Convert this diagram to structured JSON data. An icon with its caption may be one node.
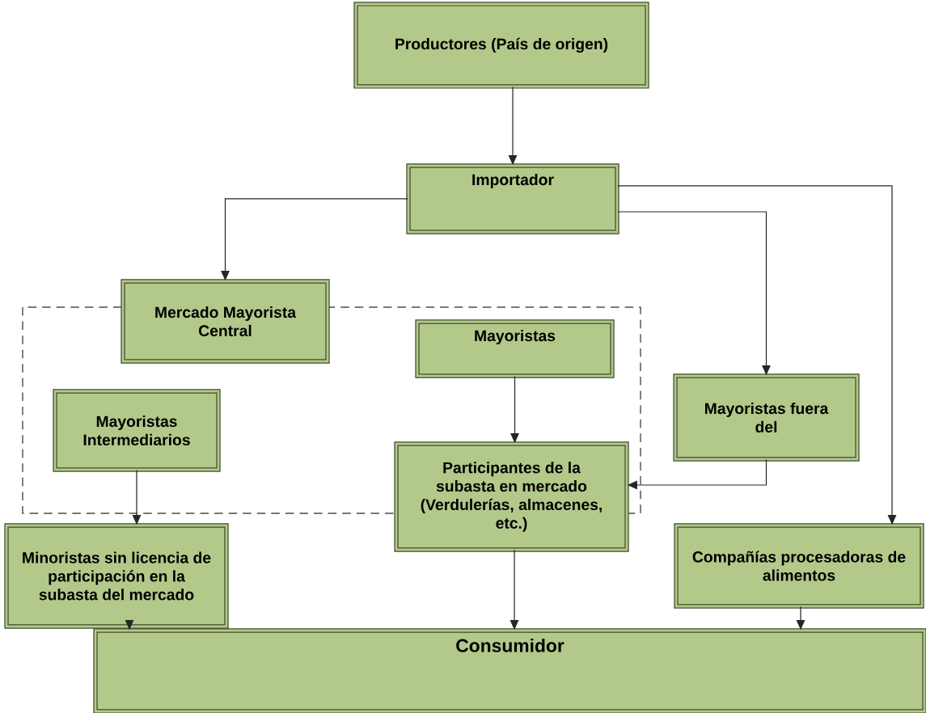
{
  "diagram": {
    "nodes": [
      {
        "text": [
          "Productores (País de origen)"
        ]
      },
      {
        "text": [
          "Importador"
        ]
      },
      {
        "text": [
          "Mercado Mayorista Central"
        ]
      },
      {
        "text": [
          "Mayoristas"
        ]
      },
      {
        "text": [
          "Mayoristas Intermediarios"
        ]
      },
      {
        "text": [
          "Mayoristas fuera del"
        ]
      },
      {
        "text": [
          "Participantes de la subasta en mercado (Verdulerías, almacenes, etc.)"
        ]
      },
      {
        "text": [
          "Minoristas sin licencia de participación en la subasta del mercado"
        ]
      },
      {
        "text": [
          "Compañías procesadoras de alimentos"
        ]
      },
      {
        "text": [
          "Consumidor"
        ]
      }
    ],
    "edges": [
      {
        "from": 0,
        "to": 1,
        "arrow": "to"
      },
      {
        "from": 1,
        "to": 2,
        "arrow": "to"
      },
      {
        "from": 1,
        "to": 5,
        "arrow": "to"
      },
      {
        "from": 1,
        "to": 8,
        "arrow": "to"
      },
      {
        "from": 3,
        "to": 6,
        "arrow": "to"
      },
      {
        "from": 4,
        "to": 7,
        "arrow": "to"
      },
      {
        "from": 5,
        "to": 6,
        "arrow": "to"
      },
      {
        "from": 7,
        "to": 9,
        "arrow": "to"
      },
      {
        "from": 6,
        "to": 9,
        "arrow": "to"
      },
      {
        "from": 8,
        "to": 9,
        "arrow": "to"
      }
    ]
  }
}
